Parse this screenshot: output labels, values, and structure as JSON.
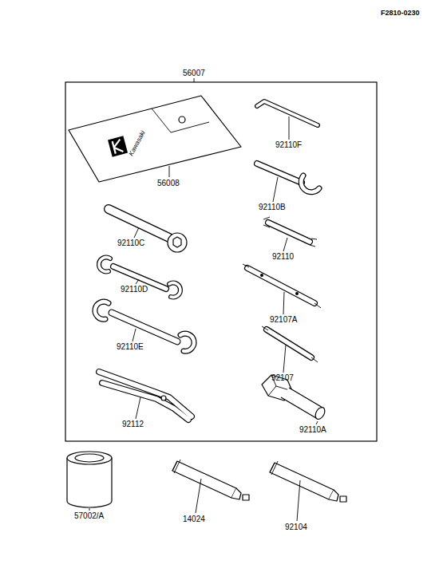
{
  "diagram": {
    "labels": [
      "F2810-0230",
      "56007",
      "56008",
      "92110F",
      "92110B",
      "92110C",
      "92110",
      "92110D",
      "92107A",
      "92110E",
      "92107",
      "92112",
      "92110A",
      "57002/A",
      "14024",
      "92104",
      "Kawasaki"
    ]
  }
}
